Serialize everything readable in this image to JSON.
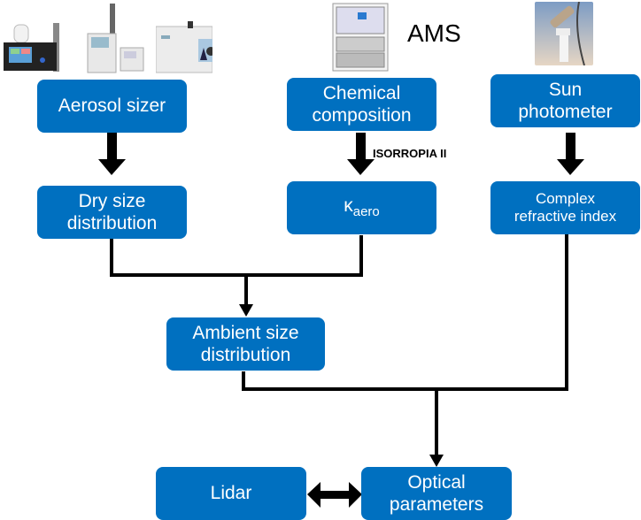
{
  "diagram": {
    "title_label": "AMS",
    "process_label": "ISORROPIA II",
    "nodes": {
      "aerosol_sizer": "Aerosol sizer",
      "chemical_composition_l1": "Chemical",
      "chemical_composition_l2": "composition",
      "sun_photometer_l1": "Sun",
      "sun_photometer_l2": "photometer",
      "dry_size_l1": "Dry size",
      "dry_size_l2": "distribution",
      "kappa_symbol": "κ",
      "kappa_sub": "aero",
      "refractive_l1": "Complex",
      "refractive_l2": "refractive index",
      "ambient_l1": "Ambient size",
      "ambient_l2": "distribution",
      "lidar": "Lidar",
      "optical_l1": "Optical",
      "optical_l2": "parameters"
    },
    "images": {
      "aerosol_sizer_instruments": [
        "instrument-photo-1",
        "instrument-photo-2",
        "instrument-photo-3"
      ],
      "ams_instrument": "ams-instrument-photo",
      "sun_photometer_instrument": "sun-photometer-photo"
    },
    "colors": {
      "box_fill": "#0070c0",
      "box_text": "#ffffff",
      "arrow": "#000000"
    }
  }
}
